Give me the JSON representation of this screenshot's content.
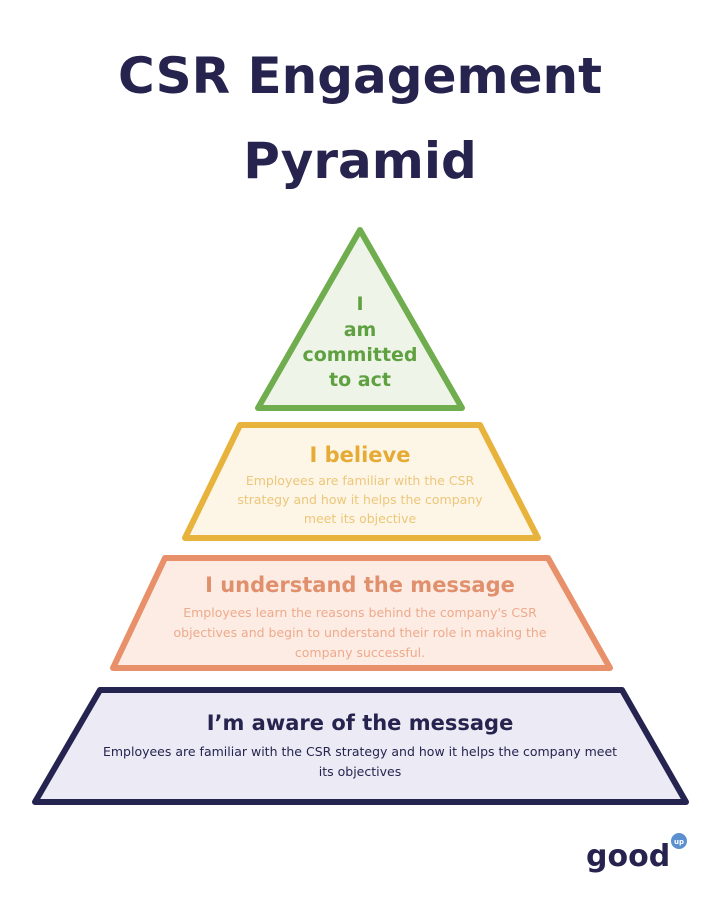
{
  "title": {
    "line1": "CSR Engagement",
    "line2": "Pyramid"
  },
  "levels": [
    {
      "heading_lines": [
        "I",
        "am",
        "committed",
        "to act"
      ],
      "color": "#5fa040"
    },
    {
      "heading": "I believe",
      "description_lines": [
        "Employees are familiar with the CSR",
        "strategy and how it helps the company",
        "meet its objective"
      ],
      "color": "#e5ab35"
    },
    {
      "heading": "I understand the message",
      "description_lines": [
        "Employees learn the reasons behind the company's CSR",
        "objectives and begin to understand their role in making the",
        "company successful."
      ],
      "color": "#e0906c"
    },
    {
      "heading": "I’m aware of the message",
      "description_lines": [
        "Employees are familiar with the CSR strategy and how it helps the company meet",
        "its objectives"
      ],
      "color": "#26244e"
    }
  ],
  "logo": {
    "text": "good",
    "badge": "up"
  }
}
